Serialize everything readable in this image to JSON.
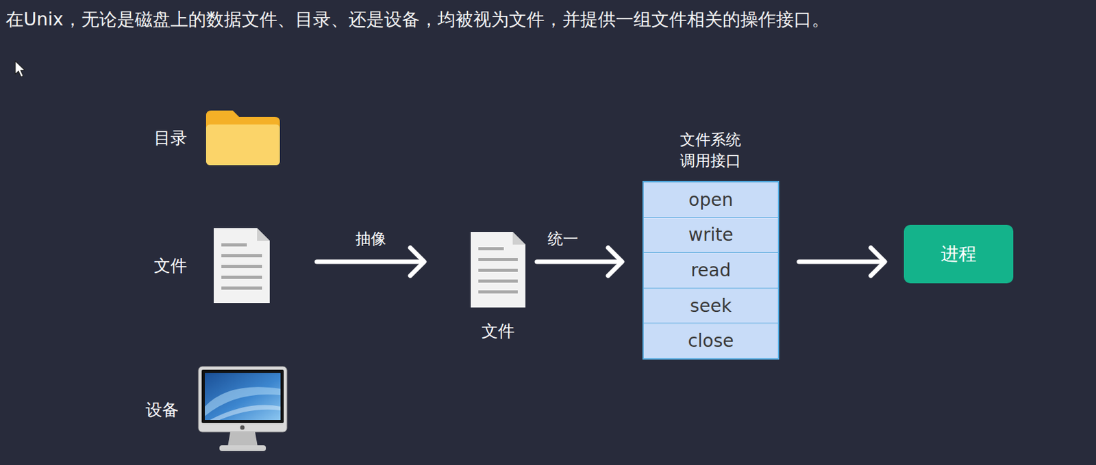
{
  "diagram": {
    "title": "在Unix，无论是磁盘上的数据文件、目录、还是设备，均被视为文件，并提供一组文件相关的操作接口。",
    "nodes": [
      {
        "text": [
          "目录"
        ]
      },
      {
        "text": [
          "文件"
        ]
      },
      {
        "text": [
          "设备"
        ]
      },
      {
        "text": [
          "文件"
        ]
      },
      {
        "text": [
          "文件系统 调用接口"
        ]
      },
      {
        "text": [
          "open"
        ],
        "in": 4
      },
      {
        "text": [
          "write"
        ],
        "in": 4
      },
      {
        "text": [
          "read"
        ],
        "in": 4
      },
      {
        "text": [
          "seek"
        ],
        "in": 4
      },
      {
        "text": [
          "close"
        ],
        "in": 4
      },
      {
        "text": [
          "进程"
        ]
      }
    ],
    "edges": [
      {
        "from": 1,
        "to": 3,
        "arrow": "to",
        "label": "抽像"
      },
      {
        "from": 3,
        "to": 4,
        "arrow": "to",
        "label": "统一"
      },
      {
        "from": 4,
        "to": 10,
        "arrow": "to"
      }
    ]
  }
}
